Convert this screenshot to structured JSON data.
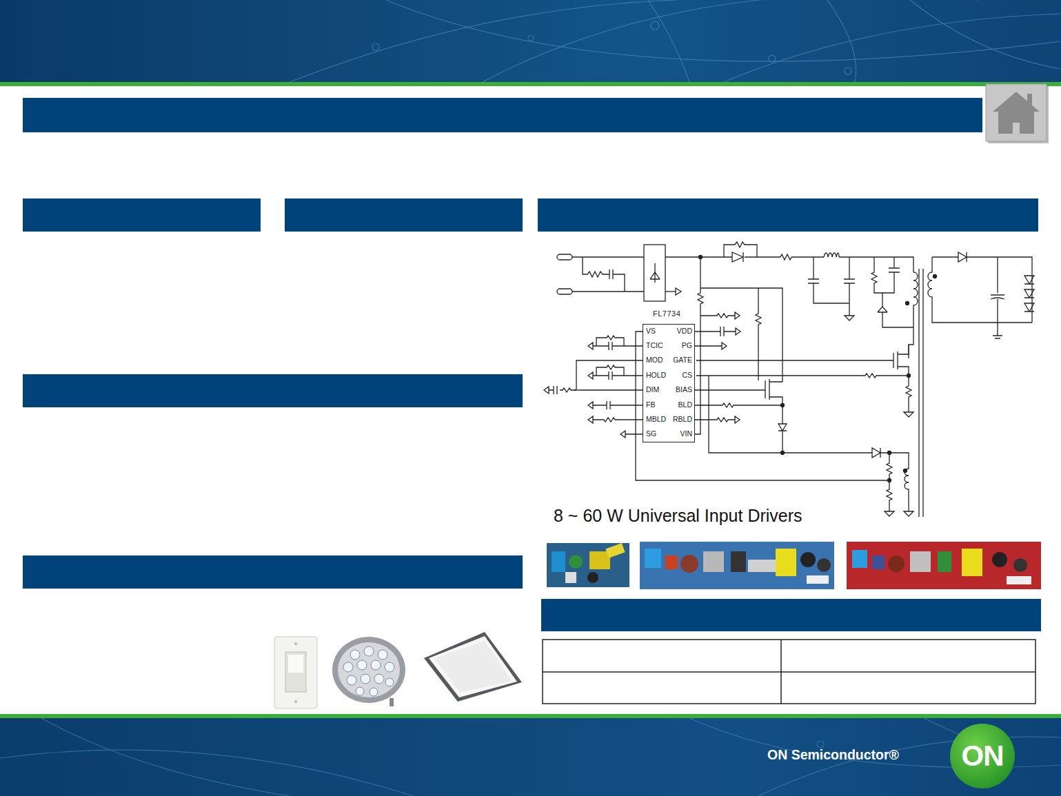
{
  "diagram": {
    "nodes": [
      {
        "text": [
          "FL7734"
        ]
      },
      {
        "text": [
          "ON"
        ]
      }
    ],
    "labels": [
      "VS",
      "VDD",
      "TCIC",
      "PG",
      "MOD",
      "GATE",
      "HOLD",
      "CS",
      "DIM",
      "BIAS",
      "FB",
      "BLD",
      "MBLD",
      "RBLD",
      "SG",
      "VIN",
      "8 ~ 60 W Universal Input Drivers",
      "ON Semiconductor®"
    ]
  }
}
